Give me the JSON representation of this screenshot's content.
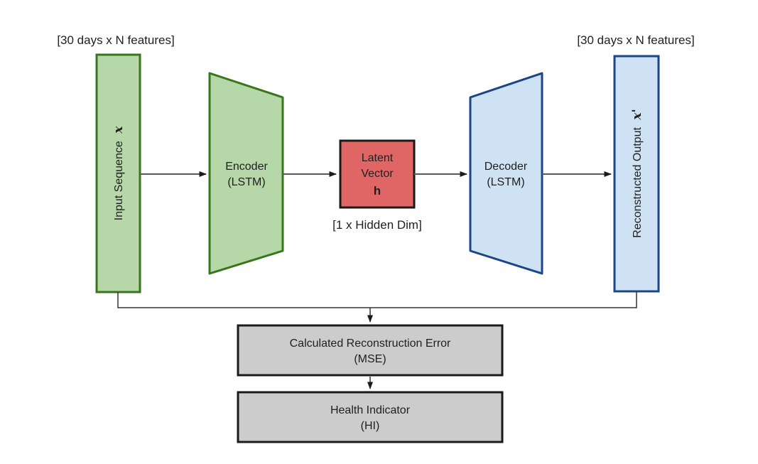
{
  "colors": {
    "background": "#ffffff",
    "green_fill": "#b6d7a8",
    "green_border": "#38761d",
    "blue_fill": "#cfe2f3",
    "blue_border": "#1c4587",
    "red_fill": "#e06666",
    "red_border": "#1a1a1a",
    "gray_fill": "#cccccc",
    "gray_border": "#1a1a1a",
    "arrow_line": "#595959",
    "text": "#1f1f1f"
  },
  "nodes": {
    "input": {
      "label": "Input Sequence",
      "symbol": "x",
      "shape_label": "[30 days x N features]"
    },
    "encoder": {
      "line1": "Encoder",
      "line2": "(LSTM)"
    },
    "latent": {
      "line1": "Latent",
      "line2": "Vector",
      "symbol": "h",
      "dim_label": "[1 x Hidden Dim]"
    },
    "decoder": {
      "line1": "Decoder",
      "line2": "(LSTM)"
    },
    "output": {
      "label": "Reconstructed Output",
      "symbol": "x'",
      "shape_label": "[30 days x N features]"
    },
    "mse": {
      "line1": "Calculated Reconstruction Error",
      "line2": "(MSE)"
    },
    "hi": {
      "line1": "Health Indicator",
      "line2": "(HI)"
    }
  }
}
